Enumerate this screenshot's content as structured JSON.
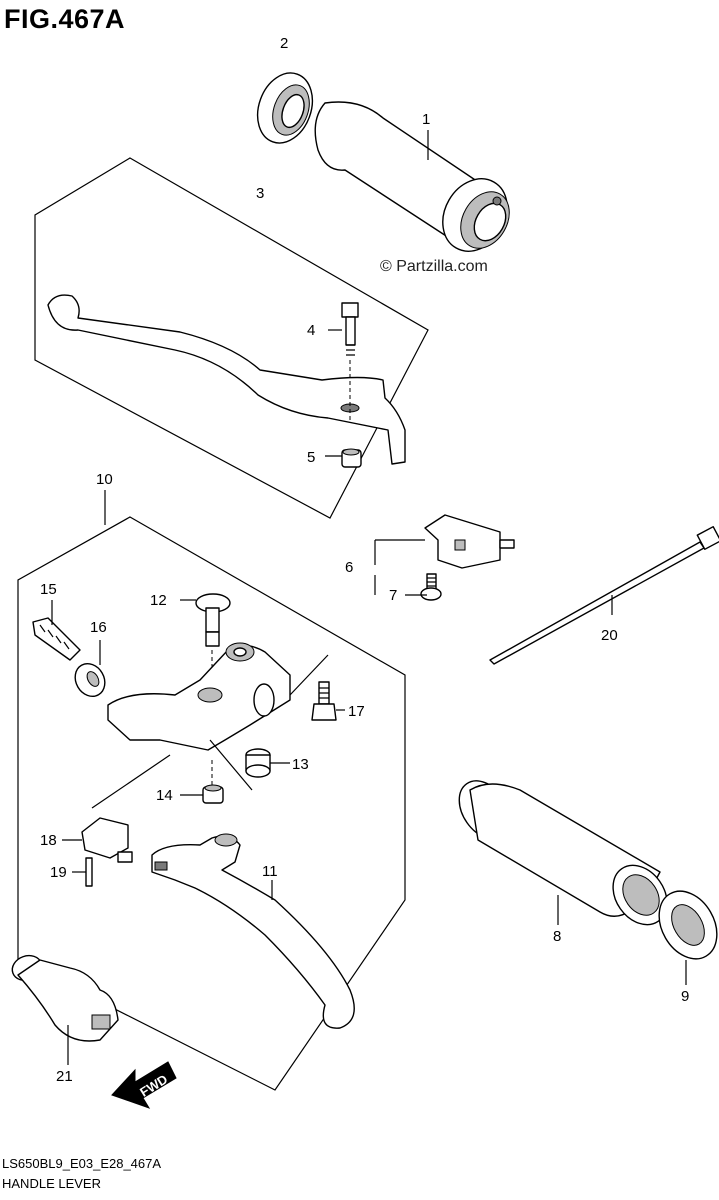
{
  "figure_title": "FIG.467A",
  "watermark": "© Partzilla.com",
  "model_code": "LS650BL9_E03_E28_467A",
  "caption": "HANDLE LEVER",
  "direction_label": "FWD",
  "callouts": [
    "1",
    "2",
    "3",
    "4",
    "5",
    "6",
    "7",
    "8",
    "9",
    "10",
    "11",
    "12",
    "13",
    "14",
    "15",
    "16",
    "17",
    "18",
    "19",
    "20",
    "21"
  ]
}
